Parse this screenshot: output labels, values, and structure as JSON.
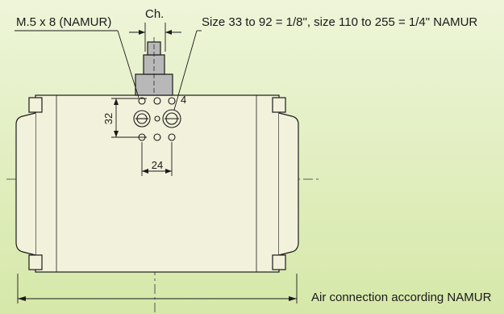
{
  "labels": {
    "namur_thread": "M.5 x 8 (NAMUR)",
    "ch": "Ch.",
    "size_note": "Size 33 to 92 = 1/8\", size 110 to 255 = 1/4\" NAMUR",
    "dim_vertical": "32",
    "dim_horizontal": "24",
    "port_number": "4",
    "air_connection": "Air connection according NAMUR"
  },
  "colors": {
    "background_top": "#eef5d9",
    "background_bottom": "#d6e8a9",
    "body_fill": "#f2f2dc",
    "line": "#1a1a1a"
  }
}
